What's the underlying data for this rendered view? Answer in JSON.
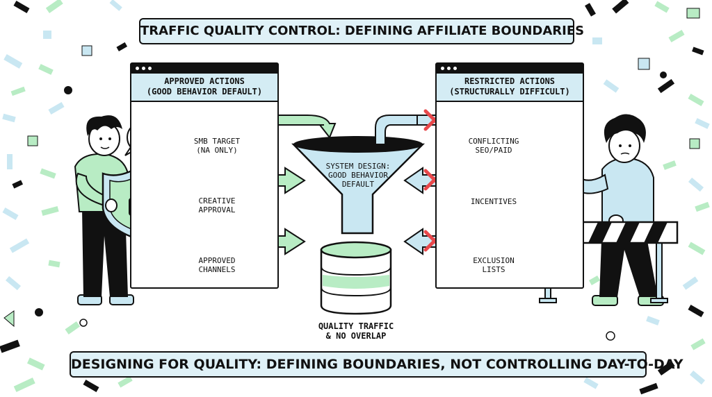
{
  "title": "TRAFFIC QUALITY CONTROL: DEFINING AFFILIATE BOUNDARIES",
  "footer": "DESIGNING FOR QUALITY: DEFINING BOUNDARIES, NOT CONTROLLING DAY-TO-DAY",
  "approved_panel": {
    "header_line1": "APPROVED ACTIONS",
    "header_line2": "(GOOD BEHAVIOR DEFAULT)",
    "items": [
      {
        "line1": "SMB TARGET",
        "line2": "(NA ONLY)",
        "icon": "map-pin-icon"
      },
      {
        "line1": "CREATIVE",
        "line2": "APPROVAL",
        "icon": "paintbrush-icon"
      },
      {
        "line1": "APPROVED",
        "line2": "CHANNELS",
        "icon": "megaphone-icon"
      }
    ]
  },
  "restricted_panel": {
    "header_line1": "RESTRICTED ACTIONS",
    "header_line2": "(STRUCTURALLY DIFFICULT)",
    "items": [
      {
        "line1": "CONFLICTING",
        "line2": "SEO/PAID",
        "icon": "target-crossed-icon"
      },
      {
        "line1": "INCENTIVES",
        "line2": "",
        "icon": "money-bag-crossed-icon"
      },
      {
        "line1": "EXCLUSION",
        "line2": "LISTS",
        "icon": "list-window-icon"
      }
    ]
  },
  "funnel": {
    "line1": "SYSTEM DESIGN:",
    "line2": "GOOD BEHAVIOR",
    "line3": "DEFAULT"
  },
  "database": {
    "line1": "QUALITY TRAFFIC",
    "line2": "& NO OVERLAP"
  },
  "colors": {
    "mint": "#b8ecc4",
    "light_blue": "#c9e7f2",
    "panel_header": "#d4ecf4",
    "banner": "#dff1f7",
    "red": "#e8484b",
    "ink": "#111111"
  }
}
